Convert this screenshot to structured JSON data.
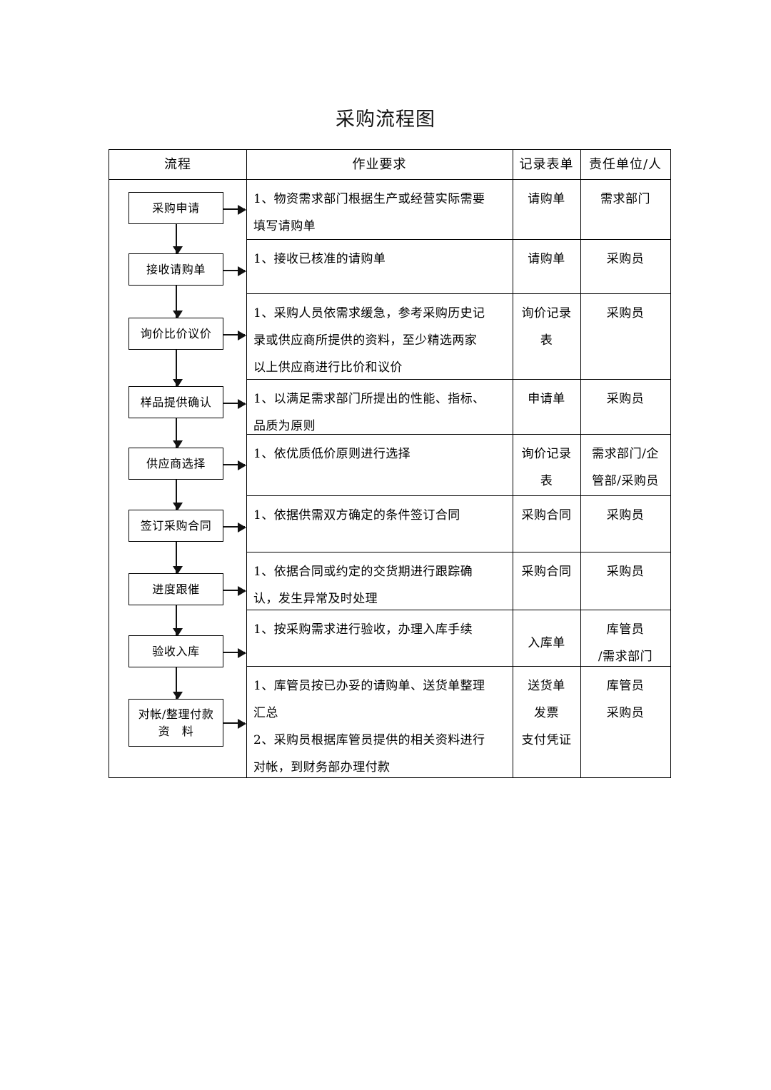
{
  "document": {
    "title": "采购流程图"
  },
  "table": {
    "headers": {
      "flow": "流程",
      "requirement": "作业要求",
      "record": "记录表单",
      "owner": "责任单位/人"
    },
    "rows": [
      {
        "step": {
          "lines": [
            "采购申请"
          ]
        },
        "requirement": {
          "lines": [
            "1、物资需求部门根据生产或经营实际需要",
            "填写请购单"
          ]
        },
        "record": {
          "lines": [
            "请购单"
          ]
        },
        "owner": {
          "lines": [
            "需求部门"
          ]
        }
      },
      {
        "step": {
          "lines": [
            "接收请购单"
          ]
        },
        "requirement": {
          "lines": [
            "1、接收已核准的请购单"
          ]
        },
        "record": {
          "lines": [
            "请购单"
          ]
        },
        "owner": {
          "lines": [
            "采购员"
          ]
        }
      },
      {
        "step": {
          "lines": [
            "询价比价议价"
          ]
        },
        "requirement": {
          "lines": [
            "1、采购人员依需求缓急，参考采购历史记",
            "录或供应商所提供的资料，至少精选两家",
            "以上供应商进行比价和议价"
          ]
        },
        "record": {
          "lines": [
            "询价记录",
            "表"
          ]
        },
        "owner": {
          "lines": [
            "采购员"
          ]
        }
      },
      {
        "step": {
          "lines": [
            "样品提供确认"
          ]
        },
        "requirement": {
          "lines": [
            "1、以满足需求部门所提出的性能、指标、",
            "品质为原则"
          ]
        },
        "record": {
          "lines": [
            "申请单"
          ]
        },
        "owner": {
          "lines": [
            "采购员"
          ]
        }
      },
      {
        "step": {
          "lines": [
            "供应商选择"
          ]
        },
        "requirement": {
          "lines": [
            "1、依优质低价原则进行选择"
          ]
        },
        "record": {
          "lines": [
            "询价记录",
            "表"
          ]
        },
        "owner": {
          "lines": [
            "需求部门/企",
            "管部/采购员"
          ]
        }
      },
      {
        "step": {
          "lines": [
            "签订采购合同"
          ]
        },
        "requirement": {
          "lines": [
            "1、依据供需双方确定的条件签订合同"
          ]
        },
        "record": {
          "lines": [
            "采购合同"
          ]
        },
        "owner": {
          "lines": [
            "采购员"
          ]
        }
      },
      {
        "step": {
          "lines": [
            "进度跟催"
          ]
        },
        "requirement": {
          "lines": [
            "1、依据合同或约定的交货期进行跟踪确",
            "认，发生异常及时处理"
          ]
        },
        "record": {
          "lines": [
            "采购合同"
          ]
        },
        "owner": {
          "lines": [
            "采购员"
          ]
        }
      },
      {
        "step": {
          "lines": [
            "验收入库"
          ]
        },
        "requirement": {
          "lines": [
            "1、按采购需求进行验收，办理入库手续"
          ]
        },
        "record": {
          "lines": [
            "入库单"
          ]
        },
        "owner": {
          "lines": [
            "库管员",
            "/需求部门"
          ]
        }
      },
      {
        "step": {
          "lines": [
            "对帐/整理付款",
            "资　料"
          ]
        },
        "requirement": {
          "lines": [
            "1、库管员按已办妥的请购单、送货单整理",
            "汇总",
            "2、采购员根据库管员提供的相关资料进行",
            "对帐，到财务部办理付款"
          ]
        },
        "record": {
          "lines": [
            "送货单",
            "发票",
            "支付凭证"
          ]
        },
        "owner": {
          "lines": [
            "库管员",
            "采购员"
          ]
        }
      }
    ]
  },
  "colors": {
    "border": "#000000",
    "text": "#000000",
    "background": "#ffffff"
  }
}
